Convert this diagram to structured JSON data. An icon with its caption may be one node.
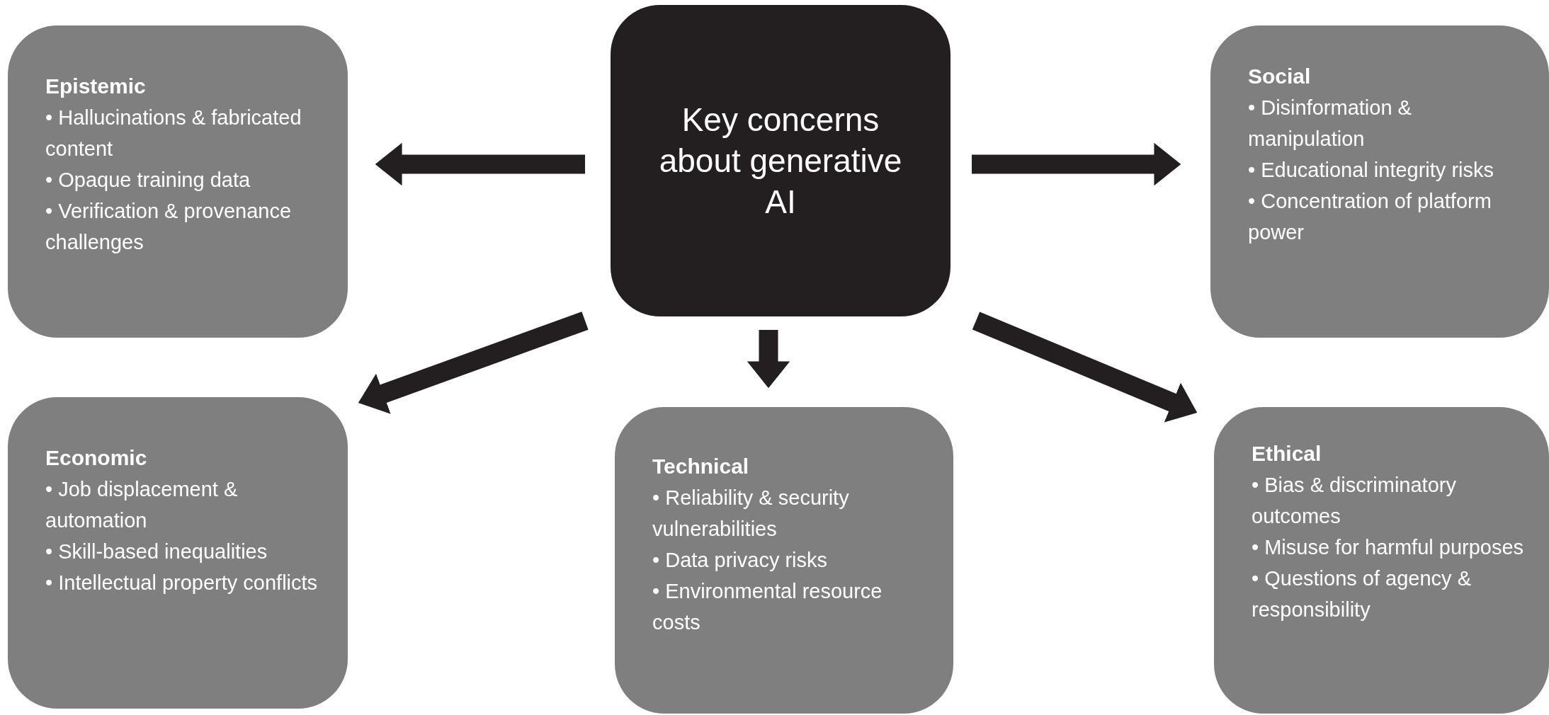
{
  "diagram": {
    "nodes": [
      {
        "text": [
          "Key concerns about generative AI"
        ]
      },
      {
        "text": [
          "Epistemic",
          "• Hallucinations & fabricated content",
          "• Opaque training data",
          "• Verification & provenance challenges"
        ]
      },
      {
        "text": [
          "Social",
          "• Disinformation & manipulation",
          "• Educational integrity risks",
          "• Concentration of platform power"
        ]
      },
      {
        "text": [
          "Economic",
          "• Job displacement & automation",
          "• Skill-based inequalities",
          "• Intellectual property conflicts"
        ]
      },
      {
        "text": [
          "Technical",
          "• Reliability & security vulnerabilities",
          "• Data privacy risks",
          "• Environmental resource costs"
        ]
      },
      {
        "text": [
          "Ethical",
          "• Bias & discriminatory outcomes",
          "• Misuse for harmful purposes",
          "• Questions of agency & responsibility"
        ]
      }
    ],
    "edges": [
      {
        "from": 0,
        "to": 1,
        "arrow": "to"
      },
      {
        "from": 0,
        "to": 2,
        "arrow": "to"
      },
      {
        "from": 0,
        "to": 3,
        "arrow": "to"
      },
      {
        "from": 0,
        "to": 4,
        "arrow": "to"
      },
      {
        "from": 0,
        "to": 5,
        "arrow": "to"
      }
    ]
  }
}
